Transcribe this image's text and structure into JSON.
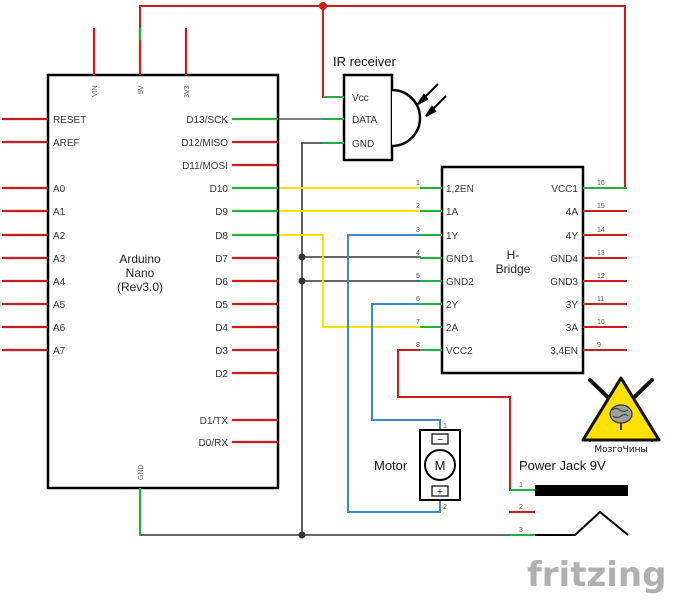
{
  "arduino": {
    "name_line1": "Arduino",
    "name_line2": "Nano",
    "name_line3": "(Rev3.0)",
    "top_pins": [
      "VIN",
      "5V",
      "3V3"
    ],
    "bottom_pin": "GND",
    "left_pins": [
      "RESET",
      "AREF",
      "A0",
      "A1",
      "A2",
      "A3",
      "A4",
      "A5",
      "A6",
      "A7"
    ],
    "right_pins": [
      "D13/SCK",
      "D12/MISO",
      "D11/MOSI",
      "D10",
      "D9",
      "D8",
      "D7",
      "D6",
      "D5",
      "D4",
      "D3",
      "D2",
      "D1/TX",
      "D0/RX"
    ]
  },
  "ir_receiver": {
    "title": "IR receiver",
    "pins": [
      "Vcc",
      "DATA",
      "GND"
    ]
  },
  "hbridge": {
    "title_line1": "H-",
    "title_line2": "Bridge",
    "left_pins": [
      "1,2EN",
      "1A",
      "1Y",
      "GND1",
      "GND2",
      "2Y",
      "2A",
      "VCC2"
    ],
    "left_nums": [
      "1",
      "2",
      "3",
      "4",
      "5",
      "6",
      "7",
      "8"
    ],
    "right_pins": [
      "VCC1",
      "4A",
      "4Y",
      "GND4",
      "GND3",
      "3Y",
      "3A",
      "3,4EN"
    ],
    "right_nums": [
      "16",
      "15",
      "14",
      "13",
      "12",
      "11",
      "10",
      "9"
    ]
  },
  "motor": {
    "label": "Motor",
    "symbol": "M",
    "pin_top": "1",
    "pin_bottom": "2"
  },
  "power_jack": {
    "label": "Power Jack 9V",
    "pin_nums": [
      "1",
      "2",
      "3"
    ]
  },
  "logo": {
    "text": "МозгоЧины"
  },
  "watermark": {
    "text": "fritzing"
  },
  "colors": {
    "power": "#d11a1a",
    "ground": "#333333",
    "signal_yellow": "#ffe000",
    "signal_blue": "#3d86d6",
    "pin_green": "#20b040",
    "logo_yellow": "#ffe000"
  }
}
